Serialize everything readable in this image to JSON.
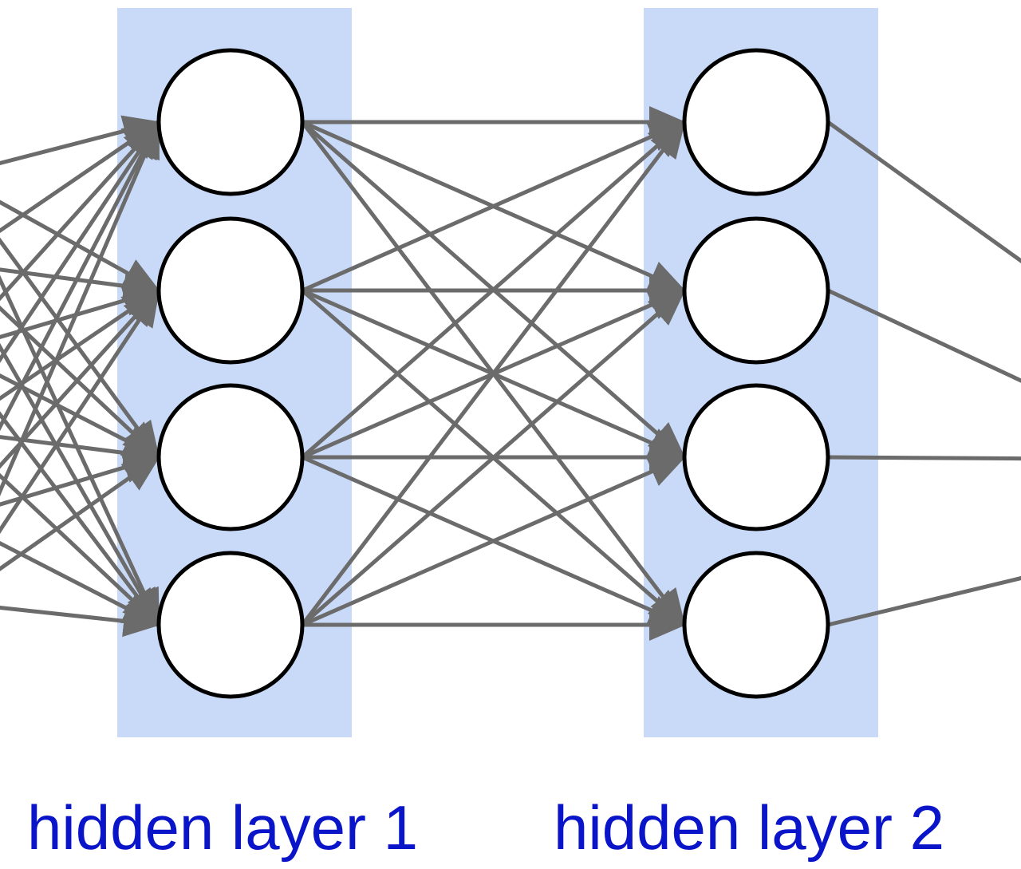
{
  "diagram": {
    "layers": [
      {
        "label": "hidden layer 1",
        "neurons": 4
      },
      {
        "label": "hidden layer 2",
        "neurons": 4
      }
    ],
    "connectivity": "fully-connected",
    "colors": {
      "layer_band": "#c9daf8",
      "edge": "#6b6b6b",
      "neuron_fill": "#ffffff",
      "neuron_stroke": "#000000",
      "label_text": "#0a14c8"
    }
  }
}
